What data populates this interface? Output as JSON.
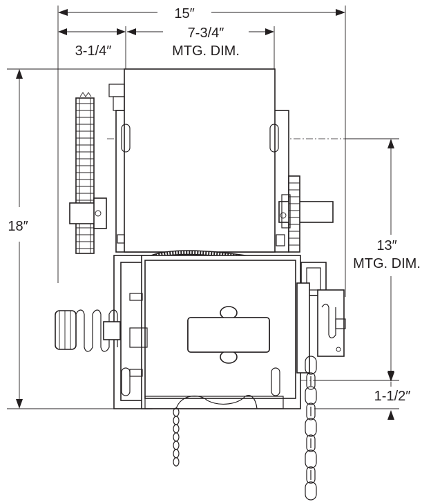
{
  "dimensions": {
    "overall_width": "15″",
    "left_offset": "3-1/4″",
    "mounting_width": "7-3/4″",
    "mounting_width_note": "MTG. DIM.",
    "overall_height": "18″",
    "mounting_height": "13″",
    "mounting_height_note": "MTG. DIM.",
    "bottom_offset": "1-1/2″"
  }
}
